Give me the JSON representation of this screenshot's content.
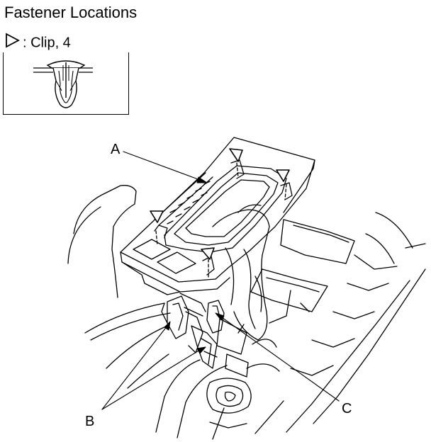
{
  "title": "Fastener Locations",
  "legend": {
    "symbol": "triangle-marker-icon",
    "text": ": Clip, 4"
  },
  "inset": {
    "icon": "clip-cross-section-icon"
  },
  "labels": {
    "a": "A",
    "b": "B",
    "c": "C"
  },
  "colors": {
    "line": "#000000",
    "background": "#ffffff"
  }
}
